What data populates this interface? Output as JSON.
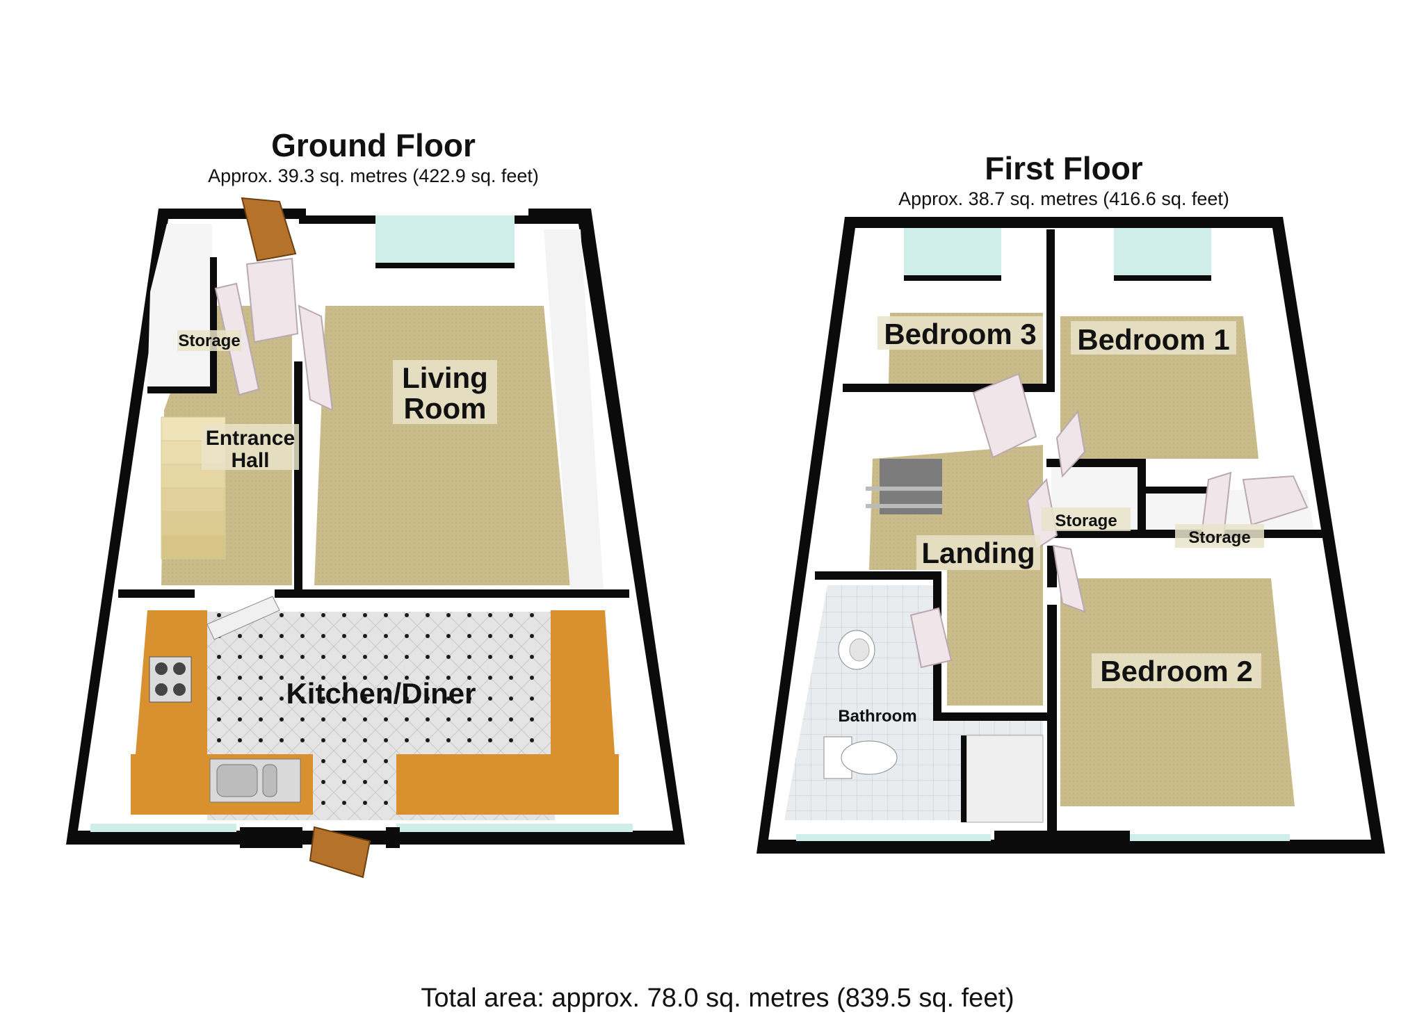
{
  "ground_floor": {
    "title": "Ground Floor",
    "area": "Approx. 39.3 sq. metres (422.9 sq. feet)",
    "rooms": {
      "storage": "Storage",
      "living_line1": "Living",
      "living_line2": "Room",
      "entrance_line1": "Entrance",
      "entrance_line2": "Hall",
      "kitchen": "Kitchen/Diner"
    }
  },
  "first_floor": {
    "title": "First Floor",
    "area": "Approx. 38.7 sq. metres (416.6 sq. feet)",
    "rooms": {
      "bedroom3": "Bedroom 3",
      "bedroom1": "Bedroom 1",
      "storage_a": "Storage",
      "storage_b": "Storage",
      "landing": "Landing",
      "bedroom2": "Bedroom 2",
      "bathroom": "Bathroom"
    }
  },
  "total_area": "Total area: approx. 78.0 sq. metres (839.5 sq. feet)",
  "colors": {
    "wall": "#0b0b0b",
    "carpet": "#c9bb8a",
    "worktop": "#d9902f",
    "tile": "#e7e7e7",
    "window": "#cfeee9"
  }
}
